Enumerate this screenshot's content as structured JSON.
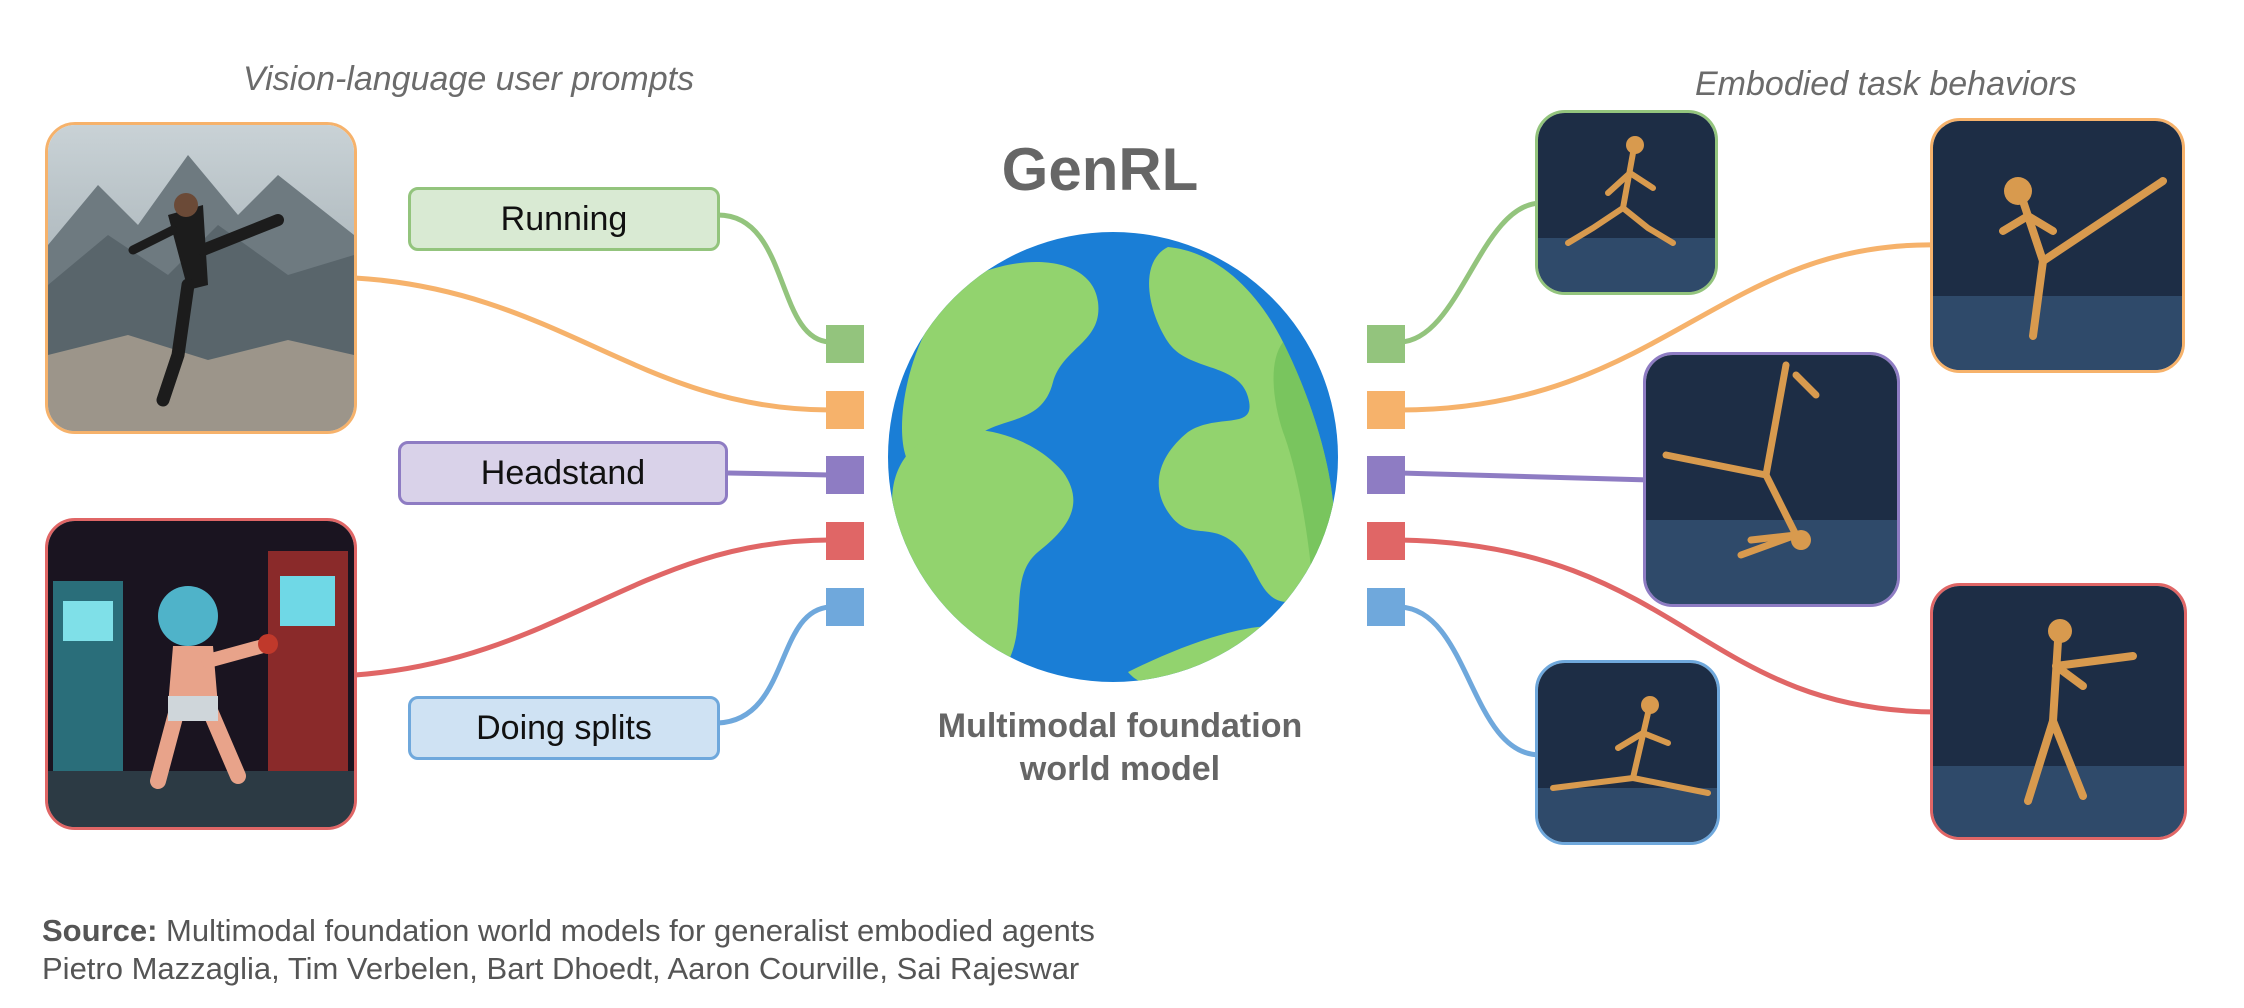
{
  "headers": {
    "left": "Vision-language user prompts",
    "right": "Embodied task behaviors"
  },
  "title": "GenRL",
  "model_caption": {
    "line1": "Multimodal foundation",
    "line2": "world model"
  },
  "prompts": [
    {
      "label": "Running",
      "color": "#93c47d",
      "fill": "#d9ead3"
    },
    {
      "label": "Headstand",
      "color": "#8e7cc3",
      "fill": "#d9d2e9"
    },
    {
      "label": "Doing splits",
      "color": "#6fa8dc",
      "fill": "#cfe2f3"
    }
  ],
  "image_prompts": [
    {
      "name": "karate-kick-photo",
      "color": "#f6b26b"
    },
    {
      "name": "arcade-fighter-illustration",
      "color": "#e06666"
    }
  ],
  "port_colors": [
    "#93c47d",
    "#f6b26b",
    "#8e7cc3",
    "#e06666",
    "#6fa8dc"
  ],
  "behaviors": [
    {
      "name": "running-behavior",
      "color": "#93c47d"
    },
    {
      "name": "kick-behavior",
      "color": "#f6b26b"
    },
    {
      "name": "headstand-behavior",
      "color": "#8e7cc3"
    },
    {
      "name": "punch-behavior",
      "color": "#e06666"
    },
    {
      "name": "splits-behavior",
      "color": "#6fa8dc"
    }
  ],
  "source": {
    "label": "Source:",
    "text": " Multimodal foundation world models for generalist embodied agents",
    "authors": "Pietro Mazzaglia, Tim Verbelen, Bart Dhoedt, Aaron Courville, Sai Rajeswar"
  }
}
